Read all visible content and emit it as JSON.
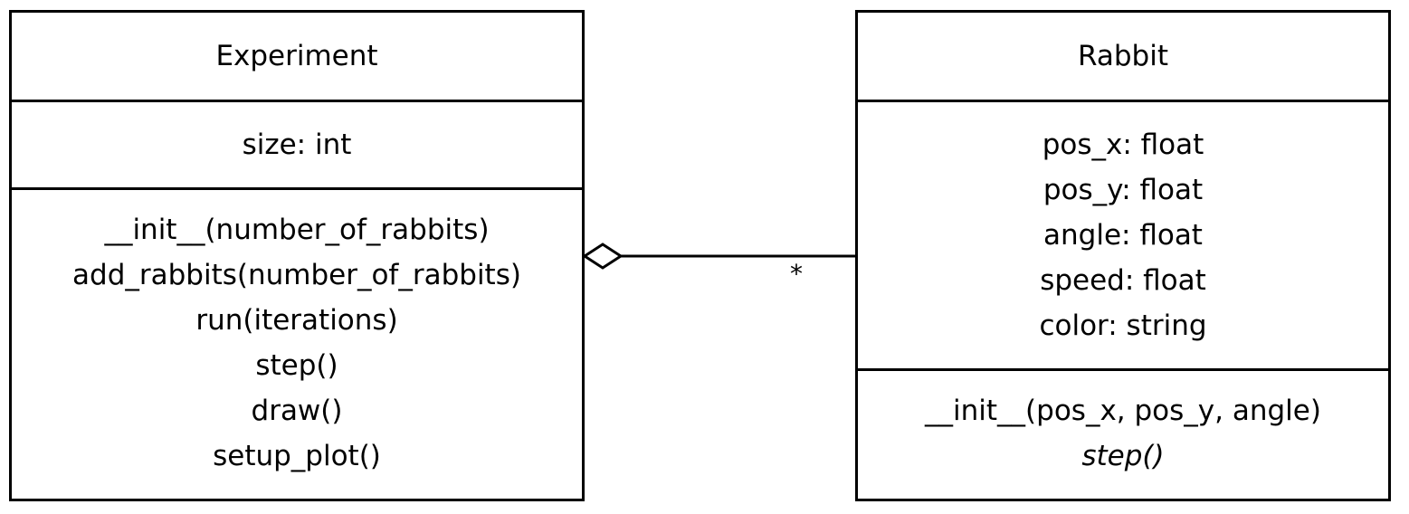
{
  "diagram": {
    "classes": [
      {
        "id": "experiment",
        "name": "Experiment",
        "attributes": [
          "size: int"
        ],
        "operations": [
          {
            "text": "__init__(number_of_rabbits)",
            "italic": false
          },
          {
            "text": "add_rabbits(number_of_rabbits)",
            "italic": false
          },
          {
            "text": "run(iterations)",
            "italic": false
          },
          {
            "text": "step()",
            "italic": false
          },
          {
            "text": "draw()",
            "italic": false
          },
          {
            "text": "setup_plot()",
            "italic": false
          }
        ]
      },
      {
        "id": "rabbit",
        "name": "Rabbit",
        "attributes": [
          "pos_x: float",
          "pos_y: float",
          "angle: float",
          "speed: float",
          "color: string"
        ],
        "operations": [
          {
            "text": "__init__(pos_x, pos_y, angle)",
            "italic": false
          },
          {
            "text": "step()",
            "italic": true
          }
        ]
      }
    ],
    "association": {
      "type": "aggregation",
      "from": "experiment",
      "to": "rabbit",
      "multiplicity": "*"
    }
  }
}
